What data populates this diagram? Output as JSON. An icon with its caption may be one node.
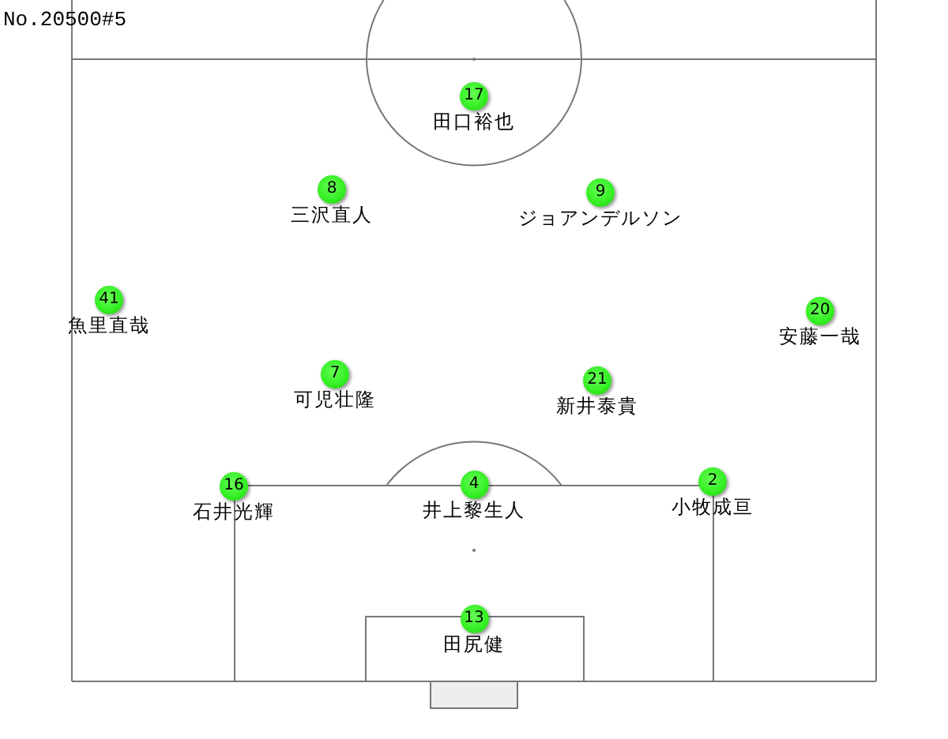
{
  "diagram": {
    "title": "No.20500#5",
    "nodes": [
      {
        "text": [
          "17"
        ],
        "beside": [
          "田口裕也"
        ]
      },
      {
        "text": [
          "8"
        ],
        "beside": [
          "三沢直人"
        ]
      },
      {
        "text": [
          "9"
        ],
        "beside": [
          "ジョアンデルソン"
        ]
      },
      {
        "text": [
          "41"
        ],
        "beside": [
          "魚里直哉"
        ]
      },
      {
        "text": [
          "20"
        ],
        "beside": [
          "安藤一哉"
        ]
      },
      {
        "text": [
          "7"
        ],
        "beside": [
          "可児壮隆"
        ]
      },
      {
        "text": [
          "21"
        ],
        "beside": [
          "新井泰貴"
        ]
      },
      {
        "text": [
          "16"
        ],
        "beside": [
          "石井光輝"
        ]
      },
      {
        "text": [
          "4"
        ],
        "beside": [
          "井上黎生人"
        ]
      },
      {
        "text": [
          "2"
        ],
        "beside": [
          "小牧成亘"
        ]
      },
      {
        "text": [
          "13"
        ],
        "beside": [
          "田尻健"
        ]
      }
    ]
  }
}
